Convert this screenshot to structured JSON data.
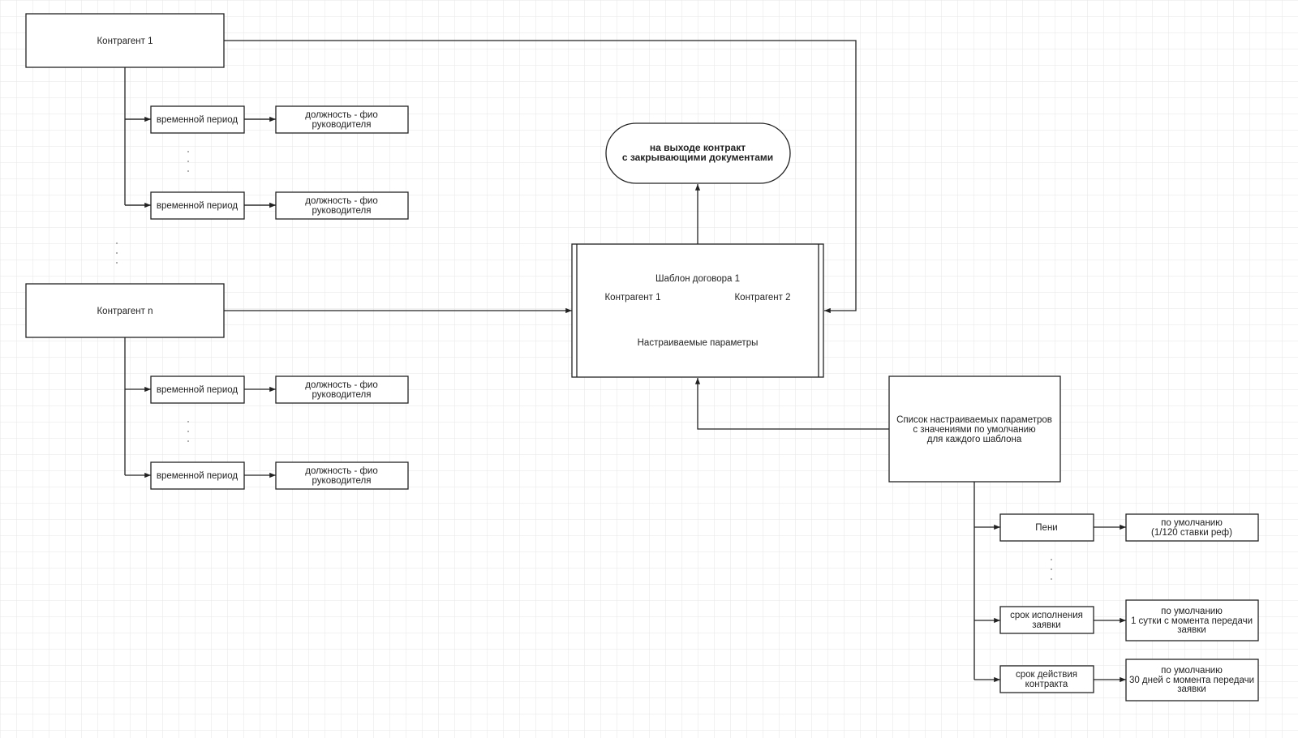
{
  "counterparty_1": "Контрагент 1",
  "counterparty_n": "Контрагент n",
  "period_label": "временной период",
  "position_line1": "должность - фио",
  "position_line2": "руководителя",
  "output": {
    "line1": "на выходе контракт",
    "line2": "с закрывающими документами"
  },
  "template": {
    "title": "Шаблон договора 1",
    "party1": "Контрагент 1",
    "party2": "Контрагент 2",
    "params": "Настраиваемые параметры"
  },
  "param_list": {
    "line1": "Список настраиваемых параметров",
    "line2": "с значениями по умолчанию",
    "line3": "для каждого шаблона"
  },
  "params": [
    {
      "name1": "Пени",
      "name2": "",
      "def1": "по умолчанию",
      "def2": "(1/120 ставки реф)",
      "def3": ""
    },
    {
      "name1": "срок исполнения",
      "name2": "заявки",
      "def1": "по умолчанию",
      "def2": "1 сутки с момента передачи",
      "def3": "заявки"
    },
    {
      "name1": "срок действия",
      "name2": "контракта",
      "def1": "по умолчанию",
      "def2": "30 дней с момента передачи",
      "def3": "заявки"
    }
  ]
}
